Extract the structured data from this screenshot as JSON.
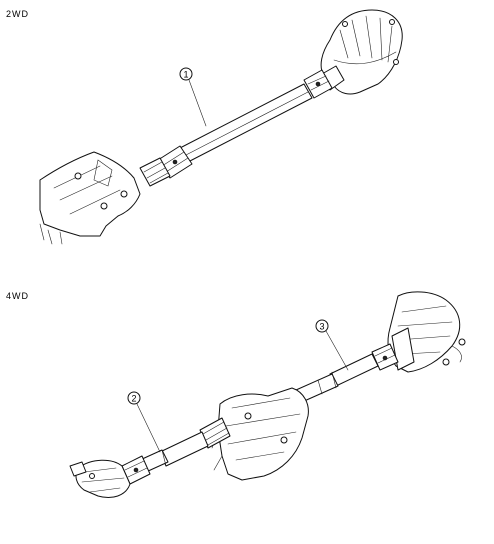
{
  "sections": [
    {
      "label": "2WD"
    },
    {
      "label": "4WD"
    }
  ],
  "callouts": [
    {
      "number": "1"
    },
    {
      "number": "2"
    },
    {
      "number": "3"
    }
  ]
}
